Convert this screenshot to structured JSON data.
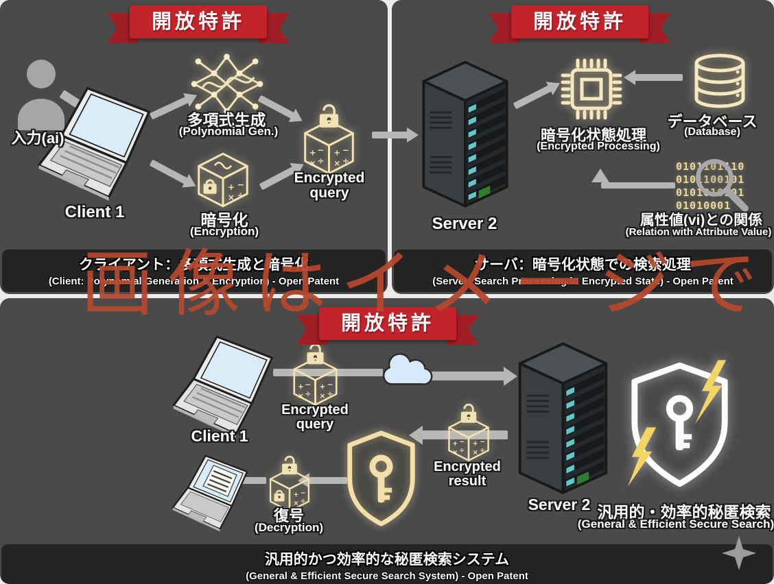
{
  "colors": {
    "panel_bg": "#4a4a4b",
    "caption_bg": "#242424",
    "banner_red": "#c3232b",
    "banner_fold": "#a01d24",
    "icon_cream": "#f2e3b4",
    "arrow_gray": "#b6b6b6",
    "watermark_red": "#b4482c",
    "screen_blue": "#d9ecf8",
    "bolt_yellow": "#f2d564"
  },
  "watermark": "画像はイメージです",
  "sym": {
    "p": "+",
    "m": "−",
    "x": "×",
    "d": "÷"
  },
  "client_panel": {
    "banner": "開放特許",
    "input": "入力(ai)",
    "client": "Client 1",
    "poly_jp": "多項式生成",
    "poly_en": "(Polynomial Gen.)",
    "enc_jp": "暗号化",
    "enc_en": "(Encryption)",
    "query1": "Encrypted",
    "query2": "query",
    "caption_jp": "クライアント：多項式生成と暗号化",
    "caption_en": "(Client: Polynomial Generation & Encryption) - Open Patent"
  },
  "server_panel": {
    "banner": "開放特許",
    "server": "Server 2",
    "proc_jp": "暗号化状態処理",
    "proc_en": "(Encrypted Processing)",
    "db_jp": "データベース",
    "db_en": "(Database)",
    "binary": [
      "0101101110",
      "0101100101",
      "0101010101",
      "01010001"
    ],
    "attr_jp": "属性値(vi)との関係",
    "attr_en": "(Relation with Attribute Value)",
    "caption_jp": "サーバ：暗号化状態での検索処理",
    "caption_en": "(Server: Search Processing in Encrypted State) - Open Patent"
  },
  "system_panel": {
    "banner": "開放特許",
    "client": "Client 1",
    "query1": "Encrypted",
    "query2": "query",
    "server": "Server 2",
    "result1": "Encrypted",
    "result2": "result",
    "dec_jp": "復号",
    "dec_en": "(Decryption)",
    "secure_jp": "汎用的・効率的秘匿検索",
    "secure_en": "(General & Efficient Secure Search)",
    "caption_jp": "汎用的かつ効率的な秘匿検索システム",
    "caption_en": "(General & Efficient Secure Search System) - Open Patent"
  }
}
